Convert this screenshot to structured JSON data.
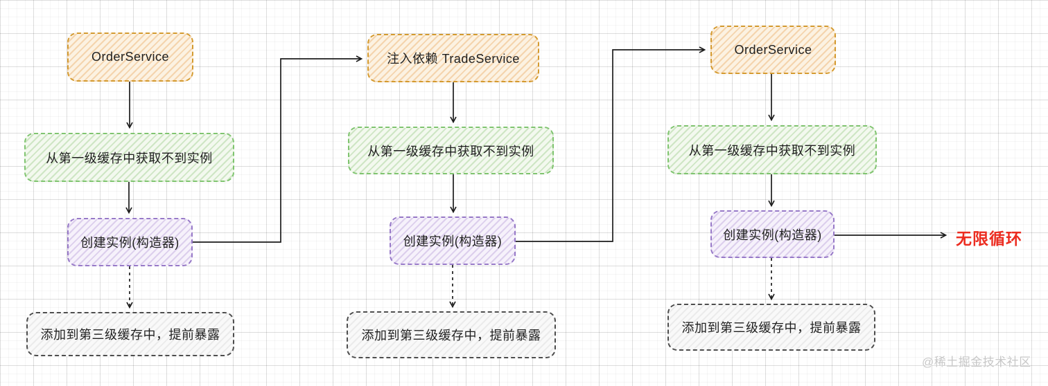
{
  "nodes": {
    "c1_top": {
      "label": "OrderService",
      "type": "orange"
    },
    "c1_green": {
      "label": "从第一级缓存中获取不到实例",
      "type": "green"
    },
    "c1_purple": {
      "label": "创建实例(构造器)",
      "type": "purple"
    },
    "c1_gray": {
      "label": "添加到第三级缓存中，提前暴露",
      "type": "gray"
    },
    "c2_top": {
      "label": "注入依赖 TradeService",
      "type": "orange"
    },
    "c2_green": {
      "label": "从第一级缓存中获取不到实例",
      "type": "green"
    },
    "c2_purple": {
      "label": "创建实例(构造器)",
      "type": "purple"
    },
    "c2_gray": {
      "label": "添加到第三级缓存中，提前暴露",
      "type": "gray"
    },
    "c3_top": {
      "label": "OrderService",
      "type": "orange"
    },
    "c3_green": {
      "label": "从第一级缓存中获取不到实例",
      "type": "green"
    },
    "c3_purple": {
      "label": "创建实例(构造器)",
      "type": "purple"
    },
    "c3_gray": {
      "label": "添加到第三级缓存中，提前暴露",
      "type": "gray"
    }
  },
  "end_label": {
    "text": "无限循环",
    "color": "#ec2c20"
  },
  "watermark": {
    "text": "@稀土掘金技术社区",
    "color": "#c7c7c7"
  },
  "colors": {
    "orange_border": "#d49a2f",
    "green_border": "#7fc46f",
    "purple_border": "#9779c8",
    "gray_border": "#4d4d4d",
    "edge": "#1c1c1c",
    "grid_major": "rgba(0,0,0,0.10)",
    "grid_minor": "rgba(0,0,0,0.035)"
  }
}
